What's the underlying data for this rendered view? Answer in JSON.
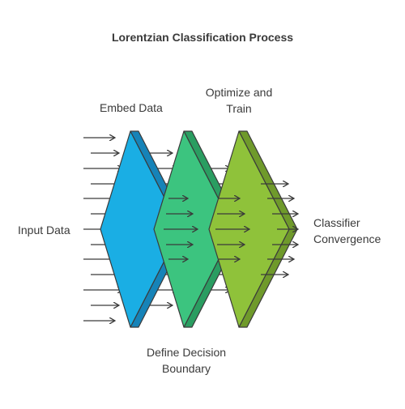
{
  "diagram": {
    "title": "Lorentzian Classification Process",
    "labels": {
      "input": "Input Data",
      "embed": "Embed Data",
      "optimize_line1": "Optimize and",
      "optimize_line2": "Train",
      "boundary_line1": "Define Decision",
      "boundary_line2": "Boundary",
      "output_line1": "Classifier",
      "output_line2": "Convergence"
    },
    "stages": [
      {
        "name": "Embed Data",
        "front": "#1aaee4",
        "side": "#1683b8"
      },
      {
        "name": "Define Decision Boundary",
        "front": "#3cc47f",
        "side": "#2a9d61"
      },
      {
        "name": "Optimize and Train",
        "front": "#8fc23a",
        "side": "#6f9a2b"
      }
    ],
    "arrow_color": "#3a3a3a"
  }
}
